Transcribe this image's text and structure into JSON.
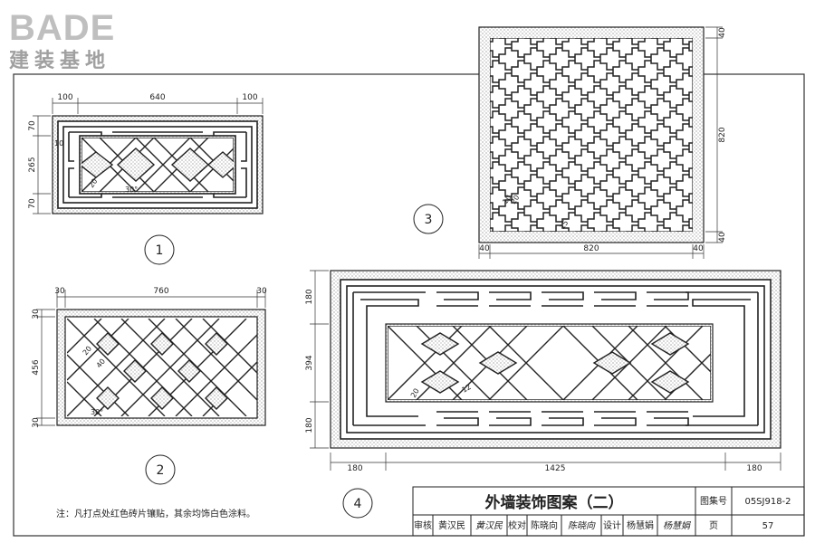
{
  "logo": {
    "brand": "BADE",
    "subtitle": "建装基地"
  },
  "figures": [
    {
      "id": "fig1",
      "number": "1",
      "dims_top": [
        "100",
        "640",
        "100"
      ],
      "dims_left": [
        "70",
        "265",
        "70"
      ],
      "annotations": [
        "10",
        "20",
        "30°"
      ]
    },
    {
      "id": "fig2",
      "number": "2",
      "dims_top": [
        "30",
        "760",
        "30"
      ],
      "dims_left": [
        "30",
        "456",
        "30"
      ],
      "annotations": [
        "20",
        "40",
        "30°"
      ]
    },
    {
      "id": "fig3",
      "number": "3",
      "dims_bottom": [
        "40",
        "820",
        "40"
      ],
      "dims_right": [
        "40",
        "820",
        "40"
      ],
      "annotations": [
        "10",
        "20",
        "15"
      ]
    },
    {
      "id": "fig4",
      "number": "4",
      "dims_bottom": [
        "180",
        "1425",
        "180"
      ],
      "dims_left": [
        "180",
        "394",
        "180"
      ],
      "annotations": [
        "20",
        "12"
      ]
    }
  ],
  "note": "注：凡打点处红色砖片镶贴，其余均饰白色涂料。",
  "title_block": {
    "title": "外墙装饰图案（二）",
    "atlas_label": "图集号",
    "atlas_no": "05SJ918-2",
    "review_label": "审核",
    "reviewer": "黄汉民",
    "reviewer_sign": "黄汉民",
    "check_label": "校对",
    "checker": "陈晓向",
    "checker_sign": "陈晓向",
    "design_label": "设计",
    "designer": "杨慧娟",
    "designer_sign": "杨慧娟",
    "page_label": "页",
    "page_no": "57"
  }
}
